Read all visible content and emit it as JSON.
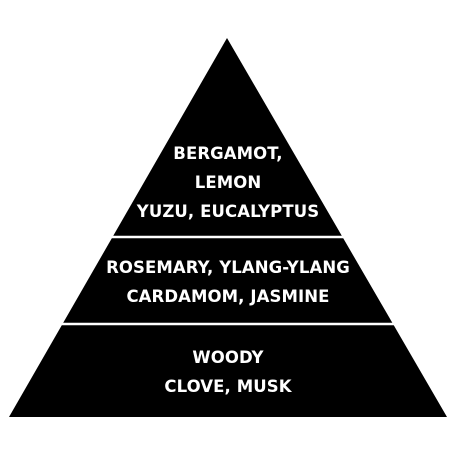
{
  "colors": {
    "background": "#ffffff",
    "pyramid_fill": "#000000",
    "divider": "#ffffff",
    "text": "#ffffff"
  },
  "pyramid": {
    "top_notes": {
      "lines": [
        "BERGAMOT,",
        "LEMON",
        "YUZU, EUCALYPTUS"
      ]
    },
    "heart_notes": {
      "lines": [
        "ROSEMARY, YLANG-YLANG",
        "CARDAMOM, JASMINE"
      ]
    },
    "base_notes": {
      "lines": [
        "WOODY",
        "CLOVE, MUSK"
      ]
    }
  }
}
